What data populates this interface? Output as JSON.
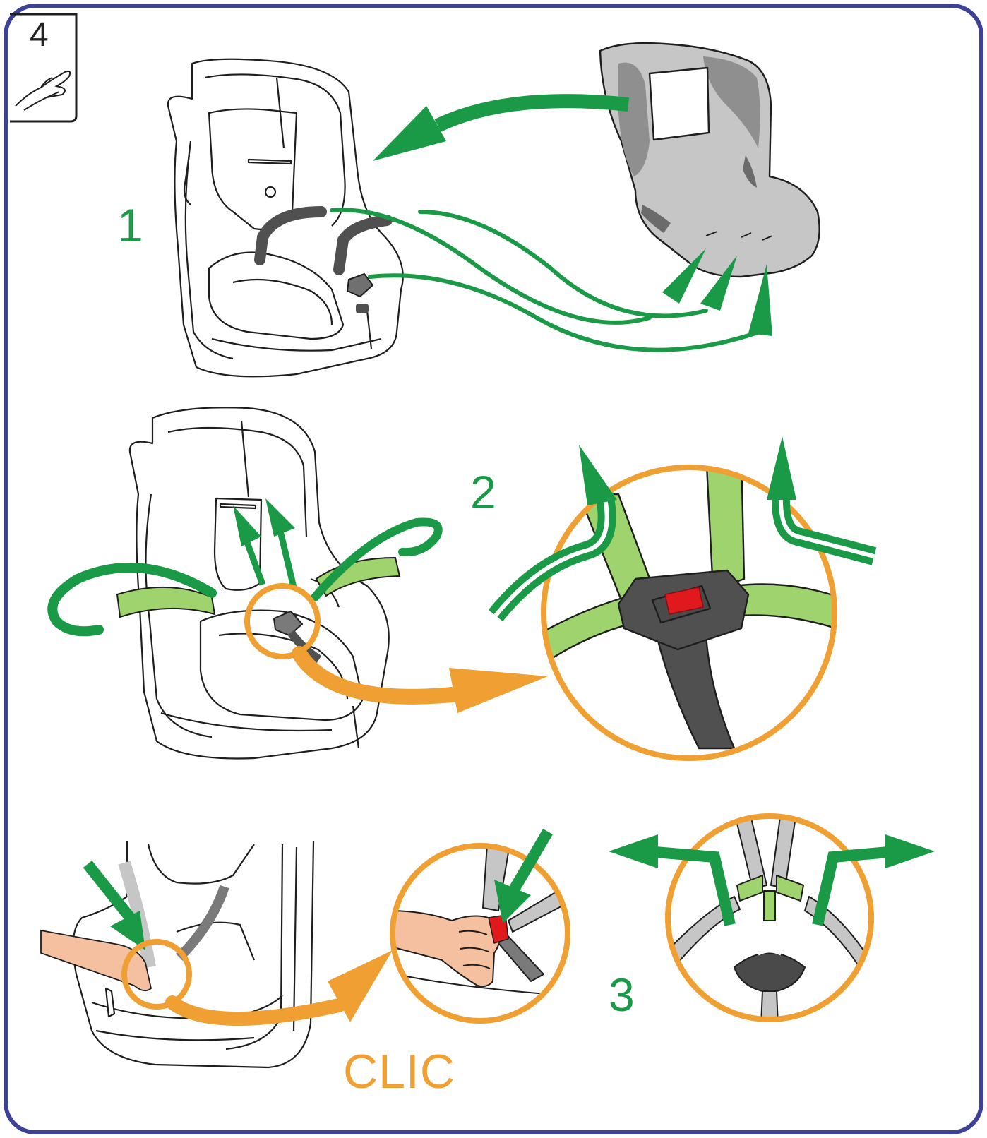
{
  "panel": {
    "number": "4"
  },
  "steps": [
    {
      "id": "1",
      "label": "1"
    },
    {
      "id": "2",
      "label": "2"
    },
    {
      "id": "3",
      "label": "3"
    }
  ],
  "sound_label": "CLIC",
  "icons": {
    "hand": "hand-icon",
    "arrow_green": "green-arrow-icon",
    "arrow_orange": "orange-arrow-icon"
  },
  "colors": {
    "frame": "#3e4296",
    "arrow_green": "#1a9a46",
    "strap_light_green": "#9fd36d",
    "accent_orange": "#f0a033",
    "buckle_red": "#e0191c",
    "line": "#1e1e1e",
    "gray_dark": "#505050",
    "gray_light": "#c6c6c6"
  }
}
